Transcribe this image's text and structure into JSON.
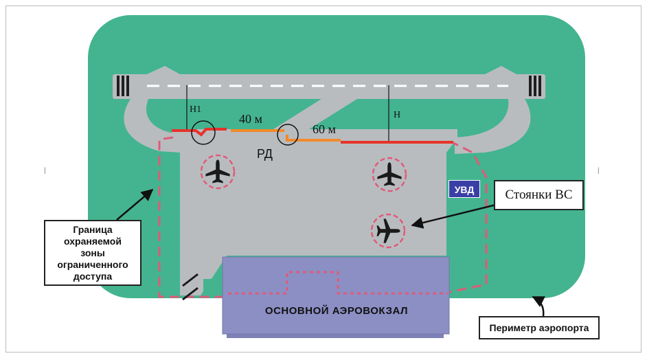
{
  "labels": {
    "h1": "Н1",
    "h": "Н",
    "distance_40": "40 м",
    "distance_60": "60 м",
    "taxiway": "РД",
    "uvd": "УВД",
    "stands": "Стоянки ВС",
    "zone_boundary": "Граница\nохраняемой\nзоны\nограниченного\nдоступа",
    "terminal": "ОСНОВНОЙ АЭРОВОКЗАЛ",
    "perimeter": "Периметр аэропорта"
  },
  "colors": {
    "grass": "#43b48f",
    "pavement": "#b9bcbf",
    "terminal": "#8c8fc4",
    "boundary": "#e05a78",
    "red_line": "#e8322a",
    "orange_line": "#f28a2a",
    "uvd_badge": "#3a3fa6"
  },
  "icons": {
    "aircraft": "aircraft-icon",
    "arrow": "arrow-icon"
  }
}
